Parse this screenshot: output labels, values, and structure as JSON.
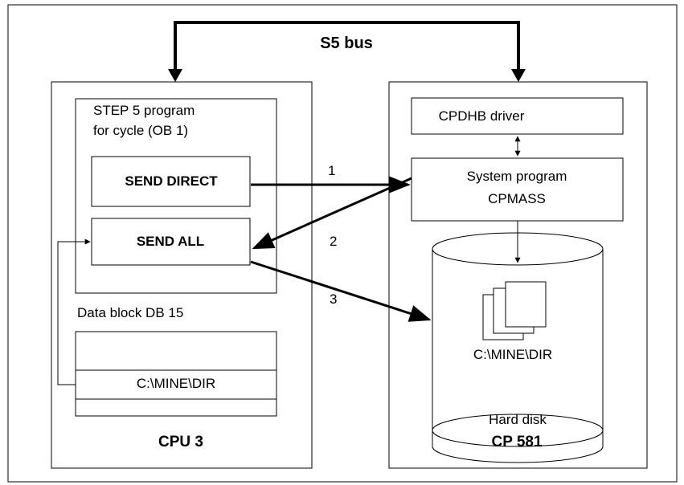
{
  "bus": {
    "label": "S5 bus"
  },
  "cpu": {
    "title": "CPU 3",
    "program_line1": "STEP 5 program",
    "program_line2": "for cycle (OB 1)",
    "send_direct": "SEND DIRECT",
    "send_all": "SEND ALL",
    "data_block": "Data block DB 15",
    "path": "C:\\MINE\\DIR"
  },
  "cp": {
    "title": "CP 581",
    "driver": "CPDHB driver",
    "sysprog_line1": "System program",
    "sysprog_line2": "CPMASS",
    "disk_path": "C:\\MINE\\DIR",
    "disk_label": "Hard disk"
  },
  "steps": [
    "1",
    "2",
    "3"
  ]
}
